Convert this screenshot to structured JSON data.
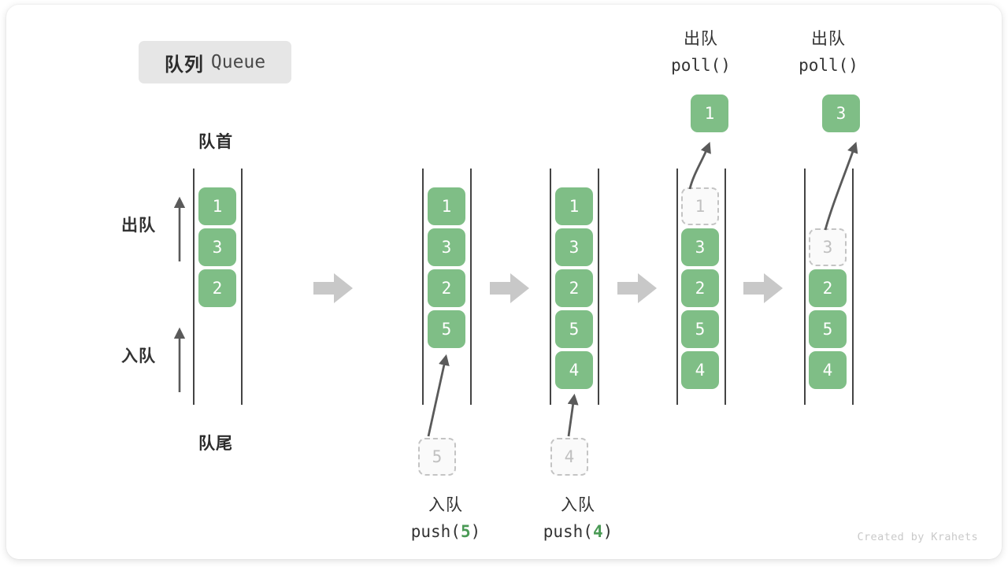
{
  "title": {
    "cn": "队列",
    "en": "Queue"
  },
  "labels": {
    "head": "队首",
    "tail": "队尾",
    "dequeue_side": "出队",
    "enqueue_side": "入队"
  },
  "credit": "Created by Krahets",
  "colors": {
    "element_fill": "#7fbe86",
    "element_text": "#ffffff",
    "ghost_fill": "#fafafa",
    "ghost_border": "#c4c4c4",
    "ghost_text": "#c0c0c0",
    "rail": "#444444",
    "flow_arrow": "#c8c8c8",
    "motion_arrow": "#5a5a5a",
    "badge_bg": "#e6e6e6",
    "accent_arg": "#4a9a55",
    "credit_text": "#c9c9c9"
  },
  "operations": {
    "push5": {
      "cn": "入队",
      "code_prefix": "push(",
      "arg": "5",
      "code_suffix": ")"
    },
    "push4": {
      "cn": "入队",
      "code_prefix": "push(",
      "arg": "4",
      "code_suffix": ")"
    },
    "poll1": {
      "cn": "出队",
      "code_prefix": "poll(",
      "arg": "",
      "code_suffix": ")"
    },
    "poll2": {
      "cn": "出队",
      "code_prefix": "poll(",
      "arg": "",
      "code_suffix": ")"
    }
  },
  "columns": [
    {
      "id": "state-initial",
      "cells": [
        {
          "value": "1",
          "state": "solid"
        },
        {
          "value": "3",
          "state": "solid"
        },
        {
          "value": "2",
          "state": "solid"
        }
      ],
      "popped": null,
      "incoming": null
    },
    {
      "id": "state-after-push-5",
      "cells": [
        {
          "value": "1",
          "state": "solid"
        },
        {
          "value": "3",
          "state": "solid"
        },
        {
          "value": "2",
          "state": "solid"
        },
        {
          "value": "5",
          "state": "solid"
        }
      ],
      "popped": null,
      "incoming": {
        "value": "5",
        "state": "ghost"
      }
    },
    {
      "id": "state-after-push-4",
      "cells": [
        {
          "value": "1",
          "state": "solid"
        },
        {
          "value": "3",
          "state": "solid"
        },
        {
          "value": "2",
          "state": "solid"
        },
        {
          "value": "5",
          "state": "solid"
        },
        {
          "value": "4",
          "state": "solid"
        }
      ],
      "popped": null,
      "incoming": {
        "value": "4",
        "state": "ghost"
      }
    },
    {
      "id": "state-after-poll-1",
      "cells": [
        {
          "value": "1",
          "state": "ghost"
        },
        {
          "value": "3",
          "state": "solid"
        },
        {
          "value": "2",
          "state": "solid"
        },
        {
          "value": "5",
          "state": "solid"
        },
        {
          "value": "4",
          "state": "solid"
        }
      ],
      "popped": {
        "value": "1"
      },
      "incoming": null
    },
    {
      "id": "state-after-poll-3",
      "cells": [
        {
          "value": "",
          "state": "empty"
        },
        {
          "value": "3",
          "state": "ghost"
        },
        {
          "value": "2",
          "state": "solid"
        },
        {
          "value": "5",
          "state": "solid"
        },
        {
          "value": "4",
          "state": "solid"
        }
      ],
      "popped": {
        "value": "3"
      },
      "incoming": null
    }
  ]
}
